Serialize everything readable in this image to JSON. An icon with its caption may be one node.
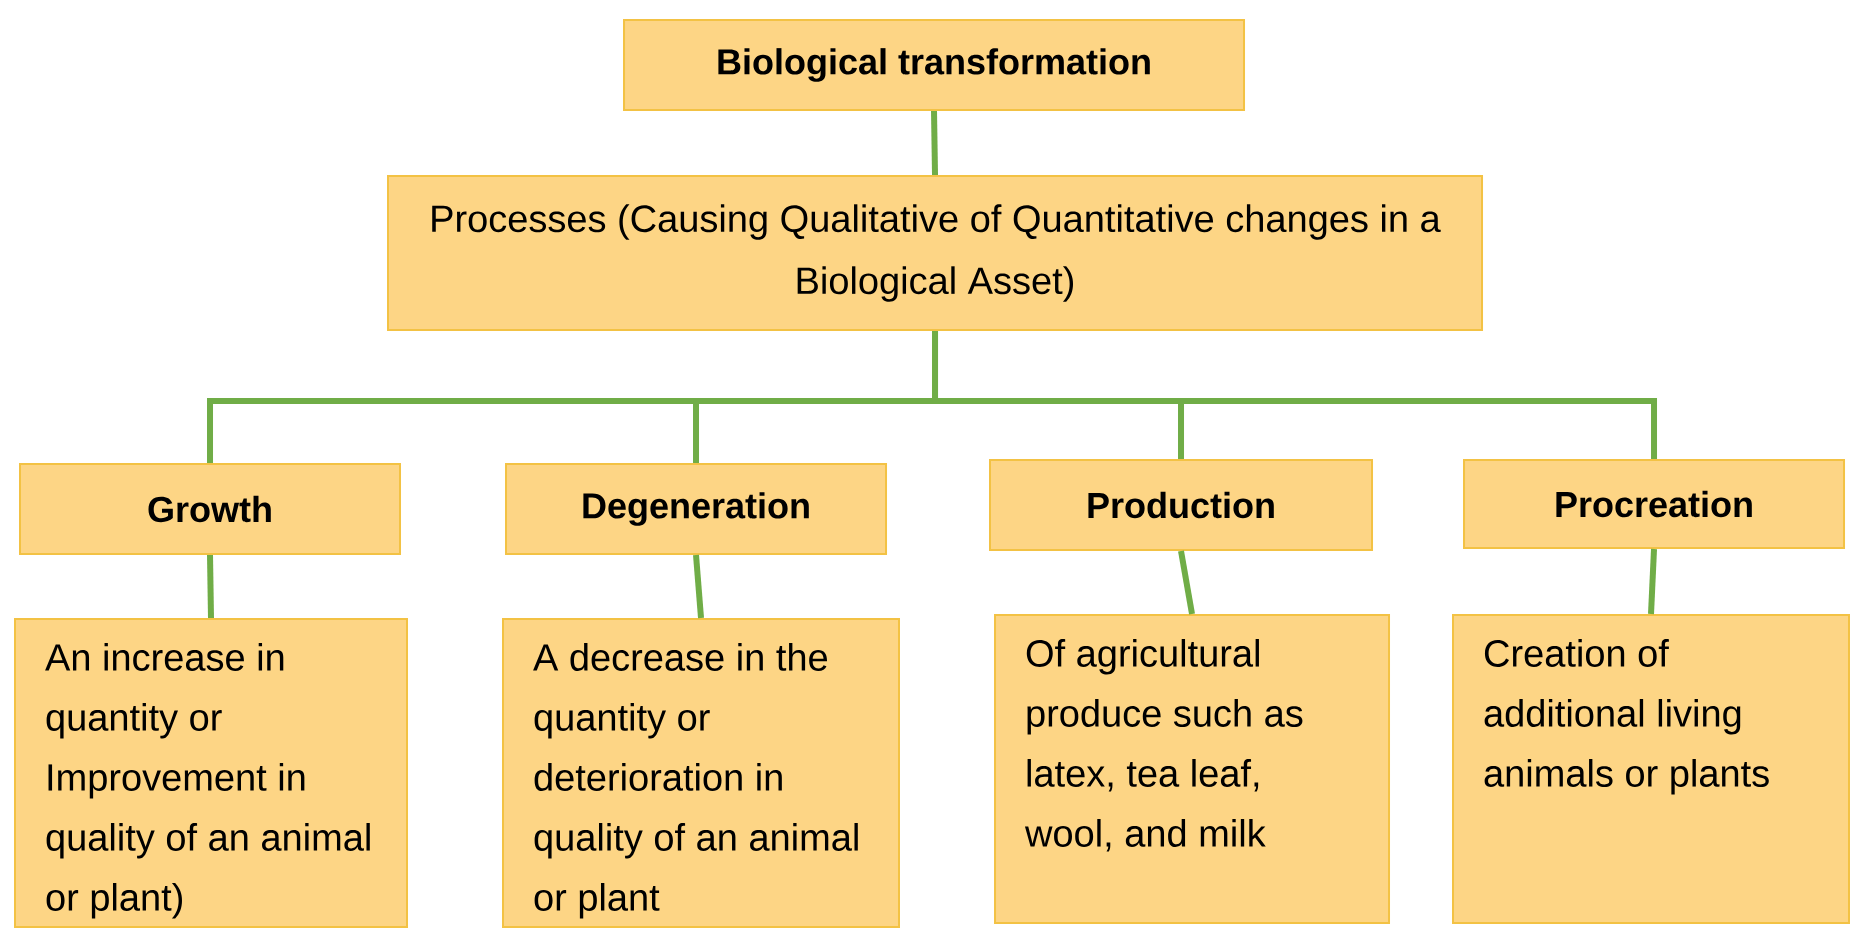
{
  "diagram": {
    "nodes": [
      {
        "text": [
          "Biological transformation"
        ]
      },
      {
        "text": [
          "Processes (Causing Qualitative of Quantitative changes in a Biological Asset)"
        ]
      },
      {
        "text": [
          "Growth"
        ]
      },
      {
        "text": [
          "Degeneration"
        ]
      },
      {
        "text": [
          "Production"
        ]
      },
      {
        "text": [
          "Procreation"
        ]
      },
      {
        "text": [
          "An increase in quantity or Improvement in quality of an animal or plant)"
        ]
      },
      {
        "text": [
          "A decrease in the quantity or deterioration in quality of an animal or plant"
        ]
      },
      {
        "text": [
          "Of agricultural produce such as latex, tea leaf, wool, and milk"
        ]
      },
      {
        "text": [
          "Creation of additional living animals or plants"
        ]
      }
    ],
    "edges": [
      {
        "from": 0,
        "to": 1,
        "arrow": "none"
      },
      {
        "from": 1,
        "to": 2,
        "arrow": "none"
      },
      {
        "from": 1,
        "to": 3,
        "arrow": "none"
      },
      {
        "from": 1,
        "to": 4,
        "arrow": "none"
      },
      {
        "from": 1,
        "to": 5,
        "arrow": "none"
      },
      {
        "from": 2,
        "to": 6,
        "arrow": "none"
      },
      {
        "from": 3,
        "to": 7,
        "arrow": "none"
      },
      {
        "from": 4,
        "to": 8,
        "arrow": "none"
      },
      {
        "from": 5,
        "to": 9,
        "arrow": "none"
      }
    ]
  }
}
